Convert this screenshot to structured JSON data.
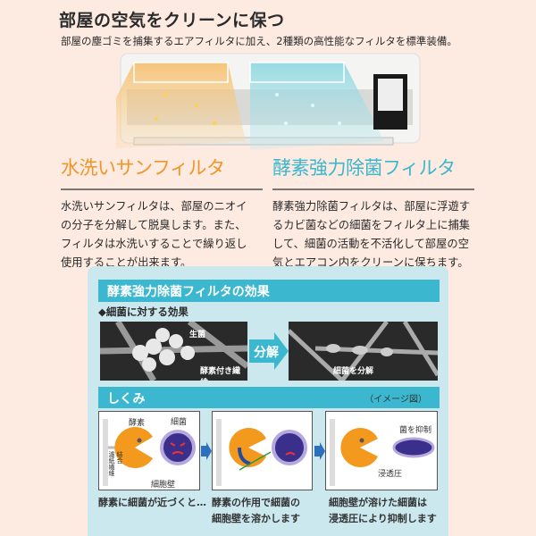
{
  "header": {
    "title": "部屋の空気をクリーンに保つ",
    "subtitle": "部屋の塵ゴミを捕集するエアフィルタに加え、2種類の高性能なフィルタを標準装備。"
  },
  "filters": [
    {
      "name": "水洗いサンフィルタ",
      "color": "#f0952a",
      "lines": [
        "水洗いサンフィルタは、部屋のニオイ",
        "の分子を分解して脱臭します。また、",
        "フィルタは水洗いすることで繰り返し",
        "使用することが出来ます。"
      ]
    },
    {
      "name": "酵素強力除菌フィルタ",
      "color": "#3cb6cc",
      "lines": [
        "酵素強力除菌フィルタは、部屋に浮遊す",
        "るカビ菌などの細菌をフィルタ上に捕集",
        "して、細菌の活動を不活化して部屋の空",
        "気とエアコン内をクリーンに保ちます。"
      ]
    }
  ],
  "effect": {
    "title": "酵素強力除菌フィルタの効果",
    "subheading": "◆細菌に対する効果",
    "photo1_labels": [
      "生菌",
      "酵素付き繊維"
    ],
    "arrow": "分解",
    "photo2_label": "細菌を分解"
  },
  "mechanism": {
    "title": "しくみ",
    "note": "（イメージ図）",
    "step1": {
      "enzyme": "酵素",
      "bacteria": "細菌",
      "fiber": "濾紙繊維",
      "bond": "結合",
      "wall": "細胞壁",
      "caption": [
        "酵素に細菌が近づくと…"
      ]
    },
    "step2": {
      "caption": [
        "酵素の作用で細菌の",
        "細胞壁を溶かします"
      ]
    },
    "step3": {
      "suppress": "菌を抑制",
      "osmotic": "浸透圧",
      "caption": [
        "細胞壁が溶けた細菌は",
        "浸透圧により抑制します"
      ]
    }
  }
}
